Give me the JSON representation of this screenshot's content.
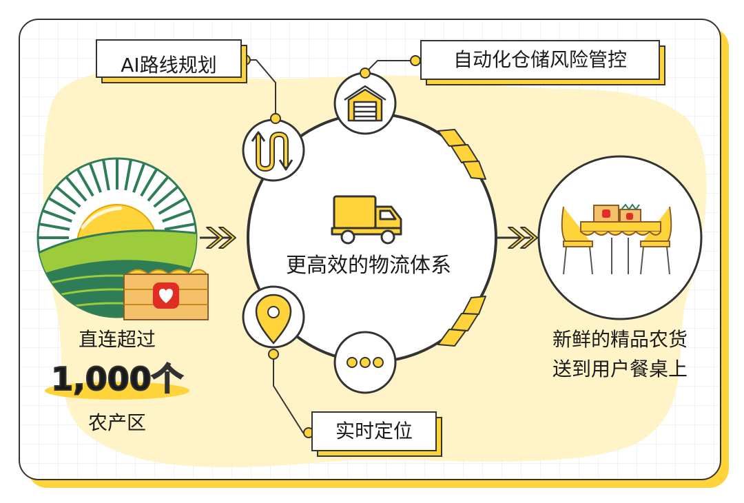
{
  "center": {
    "title": "更高效的物流体系"
  },
  "callouts": {
    "route": "AI路线规划",
    "warehouse": "自动化仓储风险管控",
    "location": "实时定位"
  },
  "origin": {
    "line1": "直连超过",
    "count": "1,000个",
    "line2": "农产区"
  },
  "destination": {
    "line1": "新鲜的精品农货",
    "line2": "送到用户餐桌上"
  },
  "colors": {
    "accent_yellow": "#FFD43B",
    "outline": "#333333",
    "green_dark": "#2E7D57",
    "green_light": "#9CCB3B",
    "brand_red": "#E02E24"
  },
  "icons": {
    "route": "route-arrows-icon",
    "warehouse": "warehouse-icon",
    "location": "location-pin-icon",
    "more": "more-dots-icon",
    "truck": "truck-icon",
    "farm": "farm-sun-icon",
    "table": "dining-table-icon"
  }
}
